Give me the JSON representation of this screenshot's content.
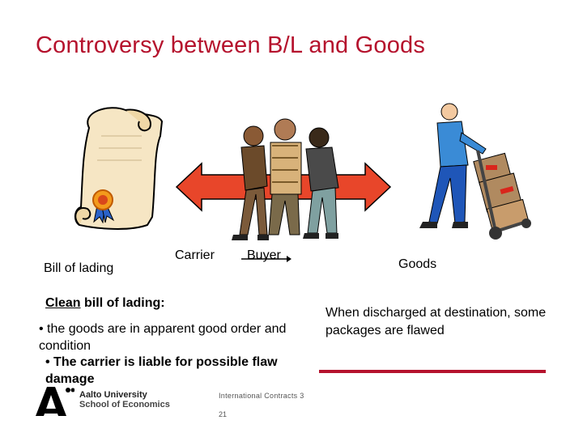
{
  "slide": {
    "title": "Controversy between B/L and Goods",
    "labels": {
      "bill_of_lading": "Bill of lading",
      "carrier": "Carrier",
      "buyer": "Buyer",
      "goods": "Goods"
    },
    "clean_bl": {
      "heading_underlined": "Clean",
      "heading_rest": " bill of lading:",
      "bullet1": "• the goods are in apparent good order and condition",
      "bullet2": "• The carrier is liable for possible flaw damage"
    },
    "discharge_note": "When  discharged at destination, some packages are flawed",
    "footer": {
      "course": "International Contracts 3",
      "page": "21",
      "logo_line1": "Aalto University",
      "logo_line2": "School of Economics"
    }
  },
  "colors": {
    "title": "#b5122d",
    "arrow": "#e8462a",
    "rule": "#b5122d"
  },
  "icons": [
    "scroll-icon",
    "ribbon-seal-icon",
    "people-tug-of-war-icon",
    "double-arrow-icon",
    "delivery-man-icon",
    "aalto-logo-icon"
  ]
}
